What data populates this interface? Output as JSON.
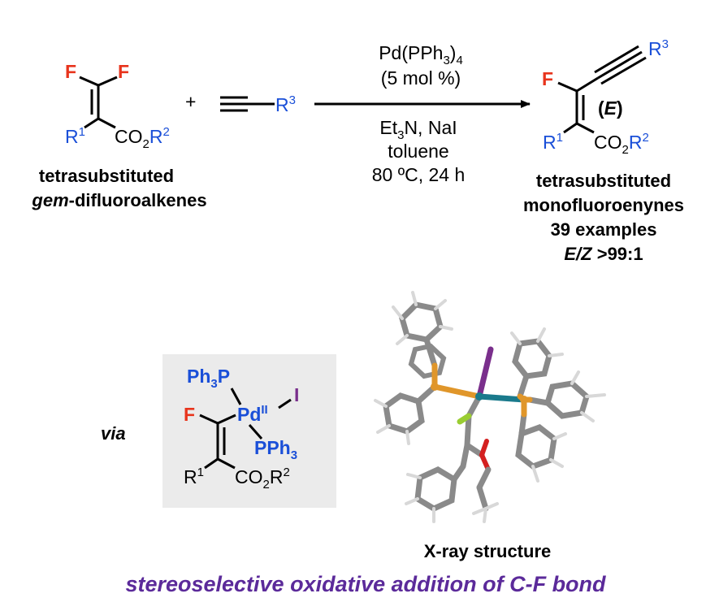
{
  "reactant1": {
    "F_left": "F",
    "F_right": "F",
    "R1": "R",
    "R1_sup": "1",
    "ester": "CO",
    "ester_sub": "2",
    "ester_R": "R",
    "ester_R_sup": "2",
    "caption_line1": "tetrasubstituted",
    "caption_line2_italic": "gem",
    "caption_line2_rest": "-difluoroalkenes"
  },
  "plus": "+",
  "reactant2": {
    "R3": "R",
    "R3_sup": "3"
  },
  "conditions": {
    "catalyst": "Pd(PPh",
    "catalyst_sub": "3",
    "catalyst_close": ")",
    "catalyst_sub2": "4",
    "loading": "(5 mol %)",
    "base": "Et",
    "base_sub": "3",
    "base_rest": "N, NaI",
    "solvent": "toluene",
    "temp_time": "80 ºC, 24 h"
  },
  "product": {
    "F": "F",
    "R3": "R",
    "R3_sup": "3",
    "geometry": "E",
    "R1": "R",
    "R1_sup": "1",
    "ester": "CO",
    "ester_sub": "2",
    "ester_R": "R",
    "ester_R_sup": "2",
    "caption_line1": "tetrasubstituted",
    "caption_line2": "monofluoroenynes",
    "caption_line3": "39 examples",
    "ratio_italic": "E/Z",
    "ratio_rest": " >99:1"
  },
  "intermediate": {
    "via": "via",
    "PPh3_top": "Ph",
    "PPh3_top_sub": "3",
    "PPh3_top_P": "P",
    "Pd": "Pd",
    "Pd_sup": "II",
    "I": "I",
    "F": "F",
    "PPh3_bottom": "PPh",
    "PPh3_bottom_sub": "3",
    "R1": "R",
    "R1_sup": "1",
    "ester": "CO",
    "ester_sub": "2",
    "ester_R": "R",
    "ester_R_sup": "2"
  },
  "xray": {
    "caption": "X-ray structure"
  },
  "footer": {
    "title": "stereoselective oxidative addition of C-F bond"
  },
  "colors": {
    "fluorine": "#e8341c",
    "substituent": "#1a4fd8",
    "iodine": "#7a2f8c",
    "footer": "#5b2a9a",
    "box": "#ebebeb"
  }
}
